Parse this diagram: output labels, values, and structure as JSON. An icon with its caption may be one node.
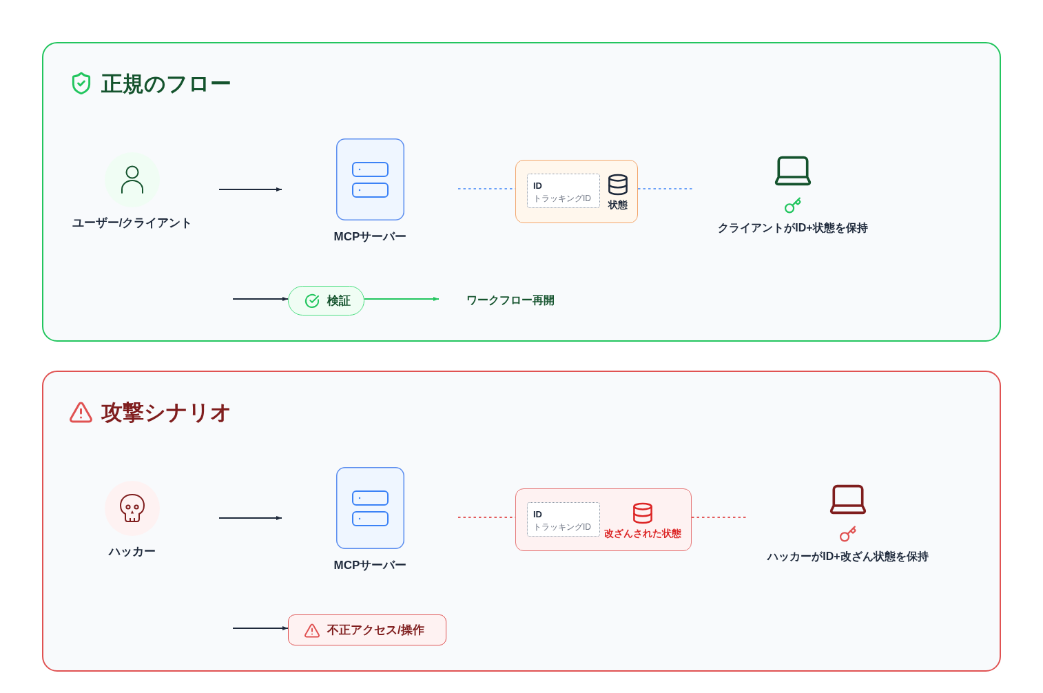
{
  "diagram": {
    "nodes": [
      {
        "text": [
          "正規のフロー"
        ]
      },
      {
        "text": [
          "ユーザー/クライアント"
        ],
        "in": 0
      },
      {
        "text": [
          "MCPサーバー"
        ],
        "in": 0
      },
      {
        "text": [
          "状態"
        ],
        "in": 0
      },
      {
        "text": [
          "ID",
          "トラッキングID"
        ],
        "in": 3
      },
      {
        "text": [
          "クライアントがID+状態を保持"
        ],
        "in": 0
      },
      {
        "text": [
          "検証"
        ],
        "in": 0
      },
      {
        "text": [
          "ワークフロー再開"
        ],
        "in": 0
      },
      {
        "text": [
          "攻撃シナリオ"
        ]
      },
      {
        "text": [
          "ハッカー"
        ],
        "in": 8
      },
      {
        "text": [
          "MCPサーバー"
        ],
        "in": 8
      },
      {
        "text": [
          "改ざんされた状態"
        ],
        "in": 8
      },
      {
        "text": [
          "ID",
          "トラッキングID"
        ],
        "in": 11
      },
      {
        "text": [
          "ハッカーがID+改ざん状態を保持"
        ],
        "in": 8
      },
      {
        "text": [
          "不正アクセス/操作"
        ],
        "in": 8
      }
    ],
    "edges": [
      {
        "from": 1,
        "to": 2,
        "arrow": "to"
      },
      {
        "from": 2,
        "to": 3,
        "arrow": "none",
        "style": "dashed",
        "color": "#3b82f6"
      },
      {
        "from": 3,
        "to": 5,
        "arrow": "none",
        "style": "dashed",
        "color": "#3b82f6"
      },
      {
        "from": null,
        "to": 6,
        "arrow": "to"
      },
      {
        "from": 6,
        "to": 7,
        "arrow": "to",
        "color": "#22c55e"
      },
      {
        "from": 9,
        "to": 10,
        "arrow": "to"
      },
      {
        "from": 10,
        "to": 11,
        "arrow": "none",
        "style": "dashed",
        "color": "#dc2626"
      },
      {
        "from": 11,
        "to": 13,
        "arrow": "none",
        "style": "dashed",
        "color": "#dc2626"
      },
      {
        "from": null,
        "to": 14,
        "arrow": "to"
      }
    ]
  }
}
